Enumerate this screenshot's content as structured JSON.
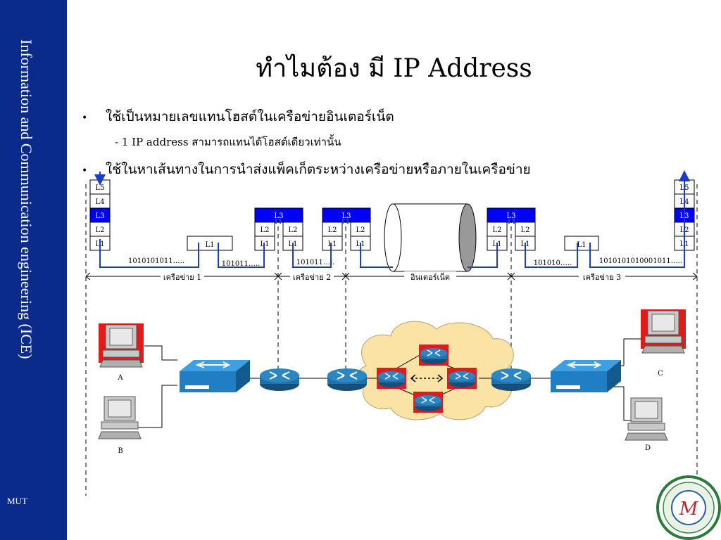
{
  "sidebar": {
    "title": "Information and Communication engineering (ICE)",
    "footer": "MUT"
  },
  "slide": {
    "title": "ทำไมต้อง มี IP Address",
    "bullets": [
      "ใช้เป็นหมายเลขแทนโฮสต์ในเครือข่ายอินเตอร์เน็ต",
      "ใช้ในหาเส้นทางในการนำส่งแพ็คเก็ตระหว่างเครือข่ายหรือภายในเครือข่าย"
    ],
    "subbullet": "- 1 IP address สามารถแทนได้โฮสต์เดียวเท่านั้น"
  },
  "diagram": {
    "layer_labels": [
      "L5",
      "L4",
      "L3",
      "L2",
      "L1"
    ],
    "bit_labels": [
      "1010101011…..",
      "101011…..",
      "101011…..",
      "101010…..",
      "1010101010001011….."
    ],
    "segments": [
      "เครือข่าย 1",
      "เครือข่าย 2",
      "อินเตอร์เน็ต",
      "เครือข่าย 3"
    ],
    "hosts": [
      "A",
      "B",
      "C",
      "D"
    ],
    "colors": {
      "sidebar": "#0a2a8c",
      "layer3": "#0000ff",
      "link": "#1a3cc8",
      "router": "#1f6fa8",
      "cloud": "#fbe3a6",
      "host_highlight": "#e01b1b"
    }
  }
}
